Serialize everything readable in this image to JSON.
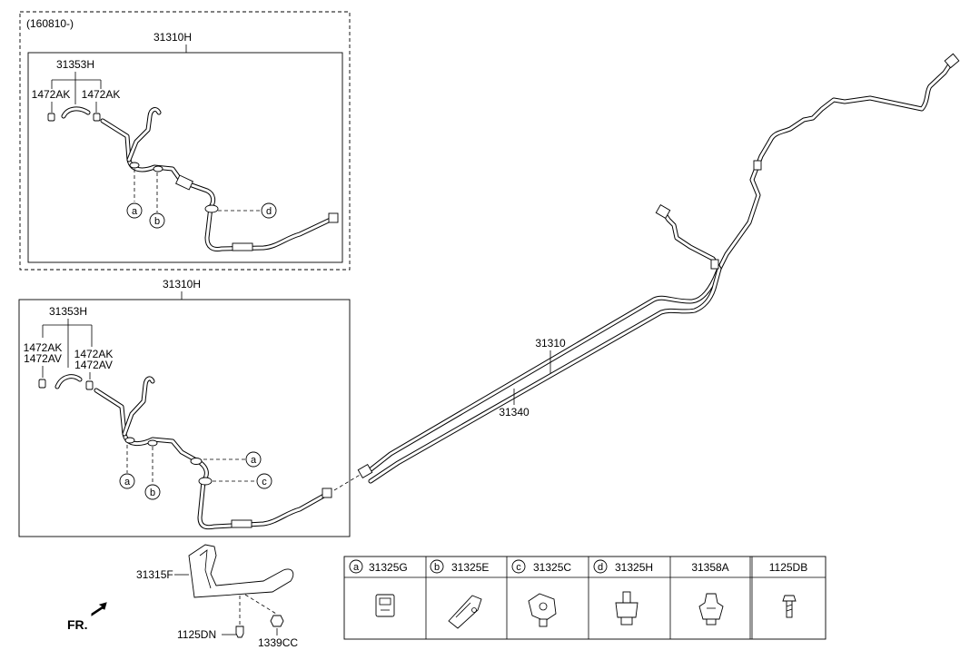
{
  "variant_code": "(160810-)",
  "upper_box": {
    "assembly_label": "31310H",
    "hose_label": "31353H",
    "clip_left": "1472AK",
    "clip_right": "1472AK",
    "callouts": [
      "a",
      "b",
      "d"
    ]
  },
  "lower_box": {
    "assembly_label": "31310H",
    "hose_label": "31353H",
    "clip_left_1": "1472AK",
    "clip_left_2": "1472AV",
    "clip_right_1": "1472AK",
    "clip_right_2": "1472AV",
    "callouts": [
      "a",
      "b",
      "a",
      "c"
    ]
  },
  "main_lines": {
    "feed_label": "31310",
    "return_label": "31340"
  },
  "bracket": {
    "bracket_label": "31315F",
    "bolt_label": "1125DN",
    "nut_label": "1339CC"
  },
  "direction": {
    "label": "FR."
  },
  "parts_table": [
    {
      "key": "a",
      "part": "31325G"
    },
    {
      "key": "b",
      "part": "31325E"
    },
    {
      "key": "c",
      "part": "31325C"
    },
    {
      "key": "d",
      "part": "31325H"
    },
    {
      "key": "",
      "part": "31358A"
    },
    {
      "key": "",
      "part": "1125DB"
    }
  ]
}
